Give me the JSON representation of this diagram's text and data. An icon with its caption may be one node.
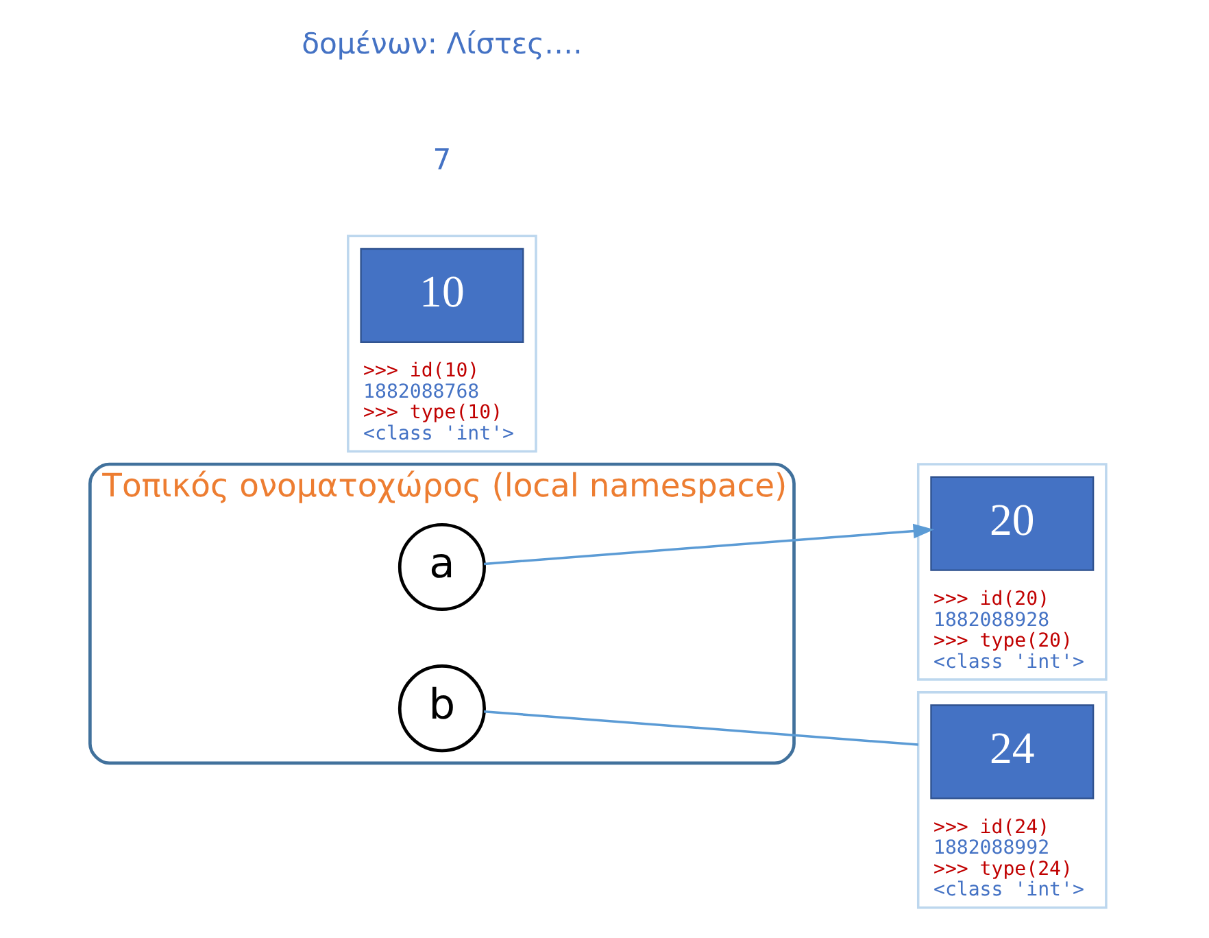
{
  "diagram": {
    "nodes": [
      {
        "text": [
          "Τοπικός ονοματοχώρος (local namespace)"
        ]
      },
      {
        "text": [
          "a"
        ],
        "in": 0
      },
      {
        "text": [
          "b"
        ],
        "in": 0
      },
      {
        "text": [
          ">>> id(10)",
          "1882088768",
          ">>> type(10)",
          "<class 'int'>"
        ]
      },
      {
        "text": [
          "10"
        ],
        "in": 3
      },
      {
        "text": [
          ">>> id(20)",
          "1882088928",
          ">>> type(20)",
          "<class 'int'>"
        ]
      },
      {
        "text": [
          "20"
        ],
        "in": 5
      },
      {
        "text": [
          ">>> id(24)",
          "1882088992",
          ">>> type(24)",
          "<class 'int'>"
        ]
      },
      {
        "text": [
          "24"
        ],
        "in": 7
      }
    ],
    "edges": [
      {
        "from": 1,
        "to": 6,
        "arrow": "to"
      },
      {
        "from": 2,
        "to": 7,
        "arrow": "none"
      }
    ],
    "labels": [
      "δομένων: Λίστες….",
      "7"
    ]
  }
}
